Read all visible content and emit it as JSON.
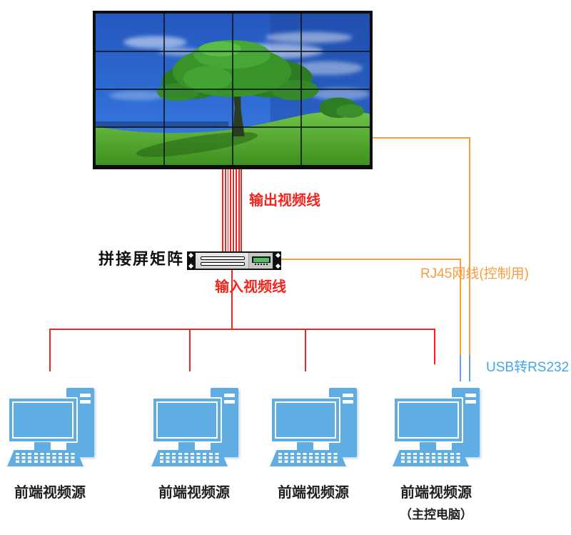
{
  "colors": {
    "cable_red": "#f1251d",
    "cable_orange": "#f89c3e",
    "cable_blue": "#6b9bea",
    "label_blue": "#45a7e8",
    "computer_blue": "#5fade2"
  },
  "video_wall": {
    "rows": 4,
    "cols": 4
  },
  "matrix": {
    "label": "拼接屏矩阵"
  },
  "cables": {
    "output_label": "输出视频线",
    "output_count": 8,
    "input_label": "输入视频线",
    "rj45_label": "RJ45网线(控制用)",
    "usb_label": "USB转RS232"
  },
  "computers": [
    {
      "label": "前端视频源",
      "sublabel": ""
    },
    {
      "label": "前端视频源",
      "sublabel": ""
    },
    {
      "label": "前端视频源",
      "sublabel": ""
    },
    {
      "label": "前端视频源",
      "sublabel": "（主控电脑）"
    }
  ]
}
